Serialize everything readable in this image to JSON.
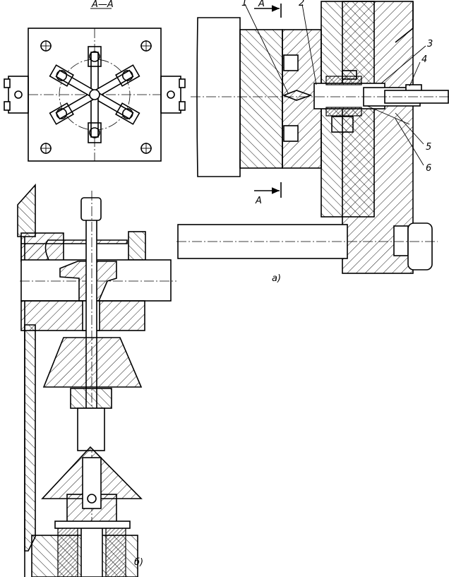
{
  "section_title": "А—А",
  "section_mark_top": "А",
  "section_mark_bottom": "А",
  "view_a_label": "а)",
  "view_b_label": "б)",
  "callouts": [
    {
      "id": "c1",
      "text": "1"
    },
    {
      "id": "c2",
      "text": "2"
    },
    {
      "id": "c3",
      "text": "3"
    },
    {
      "id": "c4",
      "text": "4"
    },
    {
      "id": "c5",
      "text": "5"
    },
    {
      "id": "c6",
      "text": "6"
    }
  ]
}
